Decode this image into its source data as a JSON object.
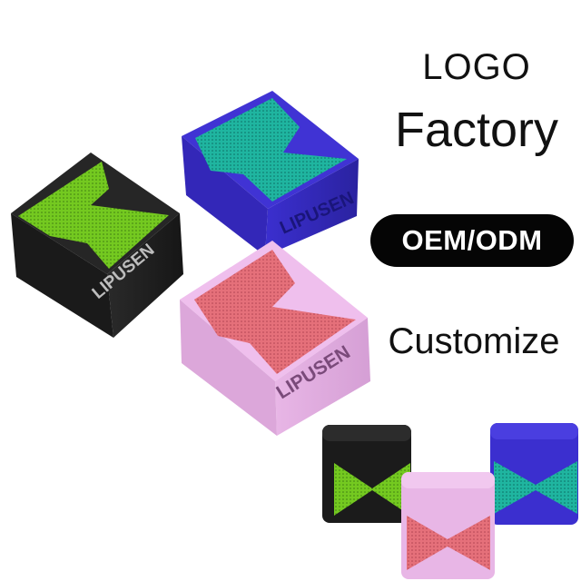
{
  "headline": {
    "logo": "LOGO",
    "factory": "Factory",
    "badge": "OEM/ODM",
    "customize": "Customize"
  },
  "products": [
    {
      "color": "black",
      "accent": "#74c920",
      "brand": "LIPUSEN"
    },
    {
      "color": "blue",
      "accent": "#1fb5a0",
      "brand": "LIPUSEN"
    },
    {
      "color": "pink",
      "accent": "#e5707a",
      "brand": "LIPUSEN"
    }
  ],
  "palette": {
    "black_body": "#1c1c1c",
    "green_grille": "#74c920",
    "blue_body": "#3b2fcf",
    "teal_grille": "#1fb5a0",
    "pink_body": "#e8b6e6",
    "coral_grille": "#e5707a"
  }
}
